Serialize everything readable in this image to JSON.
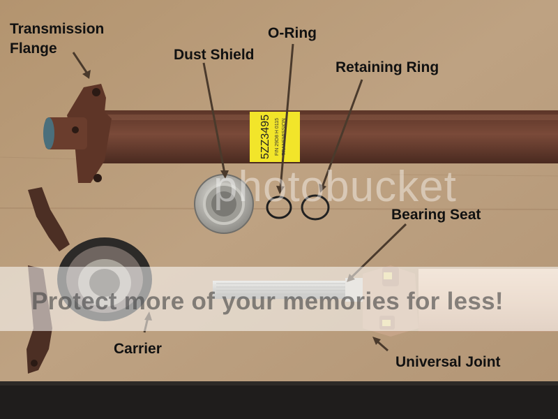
{
  "labels": {
    "transmission_flange_1": "Transmission",
    "transmission_flange_2": "Flange",
    "dust_shield": "Dust Shield",
    "o_ring": "O-Ring",
    "retaining_ring": "Retaining Ring",
    "bearing_seat": "Bearing Seat",
    "carrier": "Carrier",
    "universal_joint": "Universal Joint"
  },
  "shaft_sticker": {
    "part_number": "5ZZ3495",
    "line2": "FIN 29D8 H 0115",
    "line3": "TRANSMISSION"
  },
  "watermark": {
    "logo": "photobucket",
    "tagline": "Protect more of your memories for less!"
  },
  "colors": {
    "cardboard": "#b79a78",
    "rust": "#6e4132",
    "sticker": "#f2e52a",
    "watermark_band": "#ffffff",
    "shaft_light": "#d7b79a"
  }
}
